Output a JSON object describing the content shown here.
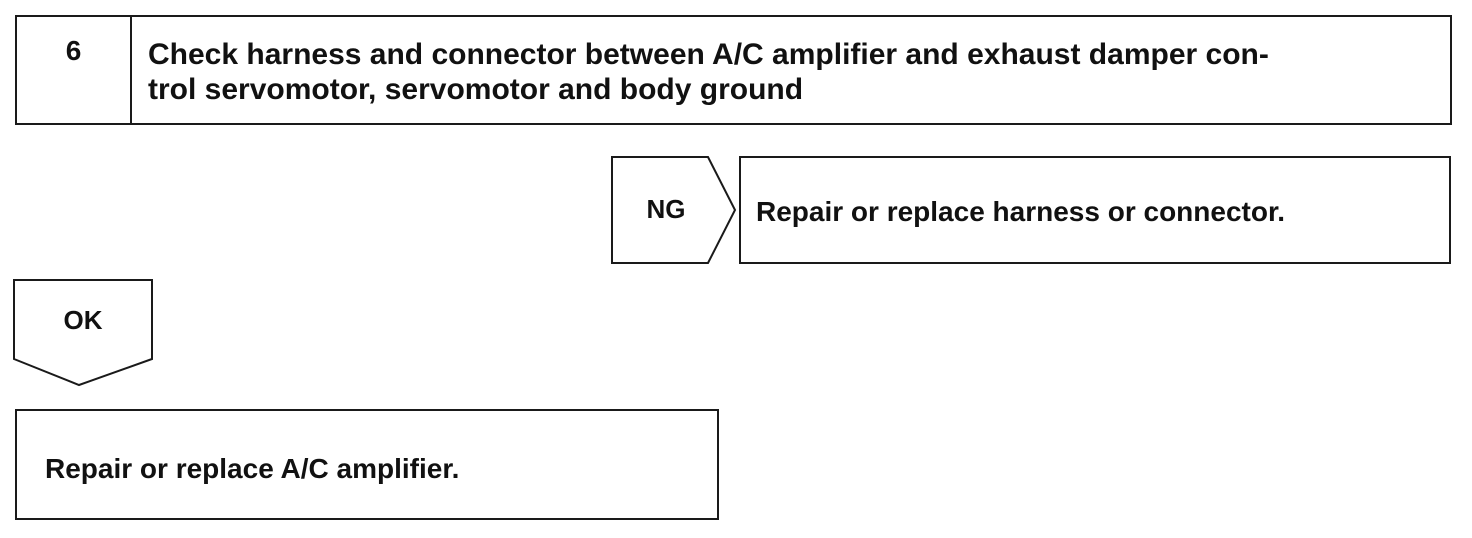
{
  "step": {
    "number": "6",
    "title": "Check harness and connector between A/C amplifier and exhaust damper con-\ntrol servomotor, servomotor and body ground"
  },
  "ng_branch": {
    "label": "NG",
    "result": "Repair or replace harness or connector."
  },
  "ok_branch": {
    "label": "OK",
    "result": "Repair or replace A/C amplifier."
  }
}
